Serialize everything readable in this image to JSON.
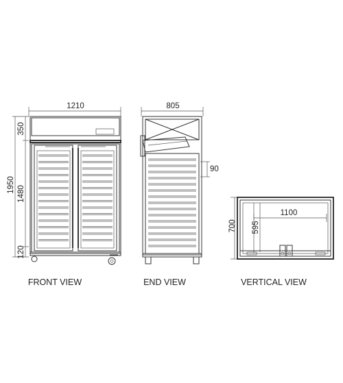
{
  "views": {
    "front": {
      "caption": "FRONT VIEW",
      "width": "1210",
      "height_total": "1950",
      "height_top": "350",
      "height_door": "1480",
      "height_base": "120"
    },
    "end": {
      "caption": "END VIEW",
      "depth": "805",
      "tray_pitch": "90"
    },
    "vertical": {
      "caption": "VERTICAL VIEW",
      "inner_width": "1100",
      "outer_depth": "700",
      "inner_depth": "595"
    }
  }
}
